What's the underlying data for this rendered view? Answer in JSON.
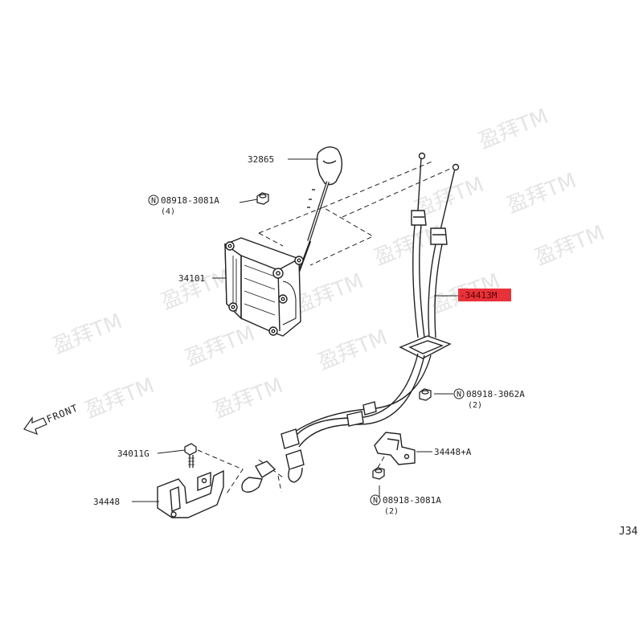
{
  "diagram": {
    "reference_code": "J34",
    "front_indicator": "FRONT",
    "watermark_text": "盈拜TM",
    "highlight_color": "#e8323a",
    "callouts": [
      {
        "id": "32865",
        "label": "32865"
      },
      {
        "id": "08918-3081A-top",
        "label": "08918-3081A",
        "prefix": "N",
        "qty": "(4)"
      },
      {
        "id": "34101",
        "label": "34101"
      },
      {
        "id": "34413M",
        "label": "34413M",
        "highlighted": true
      },
      {
        "id": "08918-3062A",
        "label": "08918-3062A",
        "prefix": "N",
        "qty": "(2)"
      },
      {
        "id": "34011G",
        "label": "34011G"
      },
      {
        "id": "34448",
        "label": "34448"
      },
      {
        "id": "34448+A",
        "label": "34448+A"
      },
      {
        "id": "08918-3081A-bottom",
        "label": "08918-3081A",
        "prefix": "N",
        "qty": "(2)"
      }
    ]
  }
}
